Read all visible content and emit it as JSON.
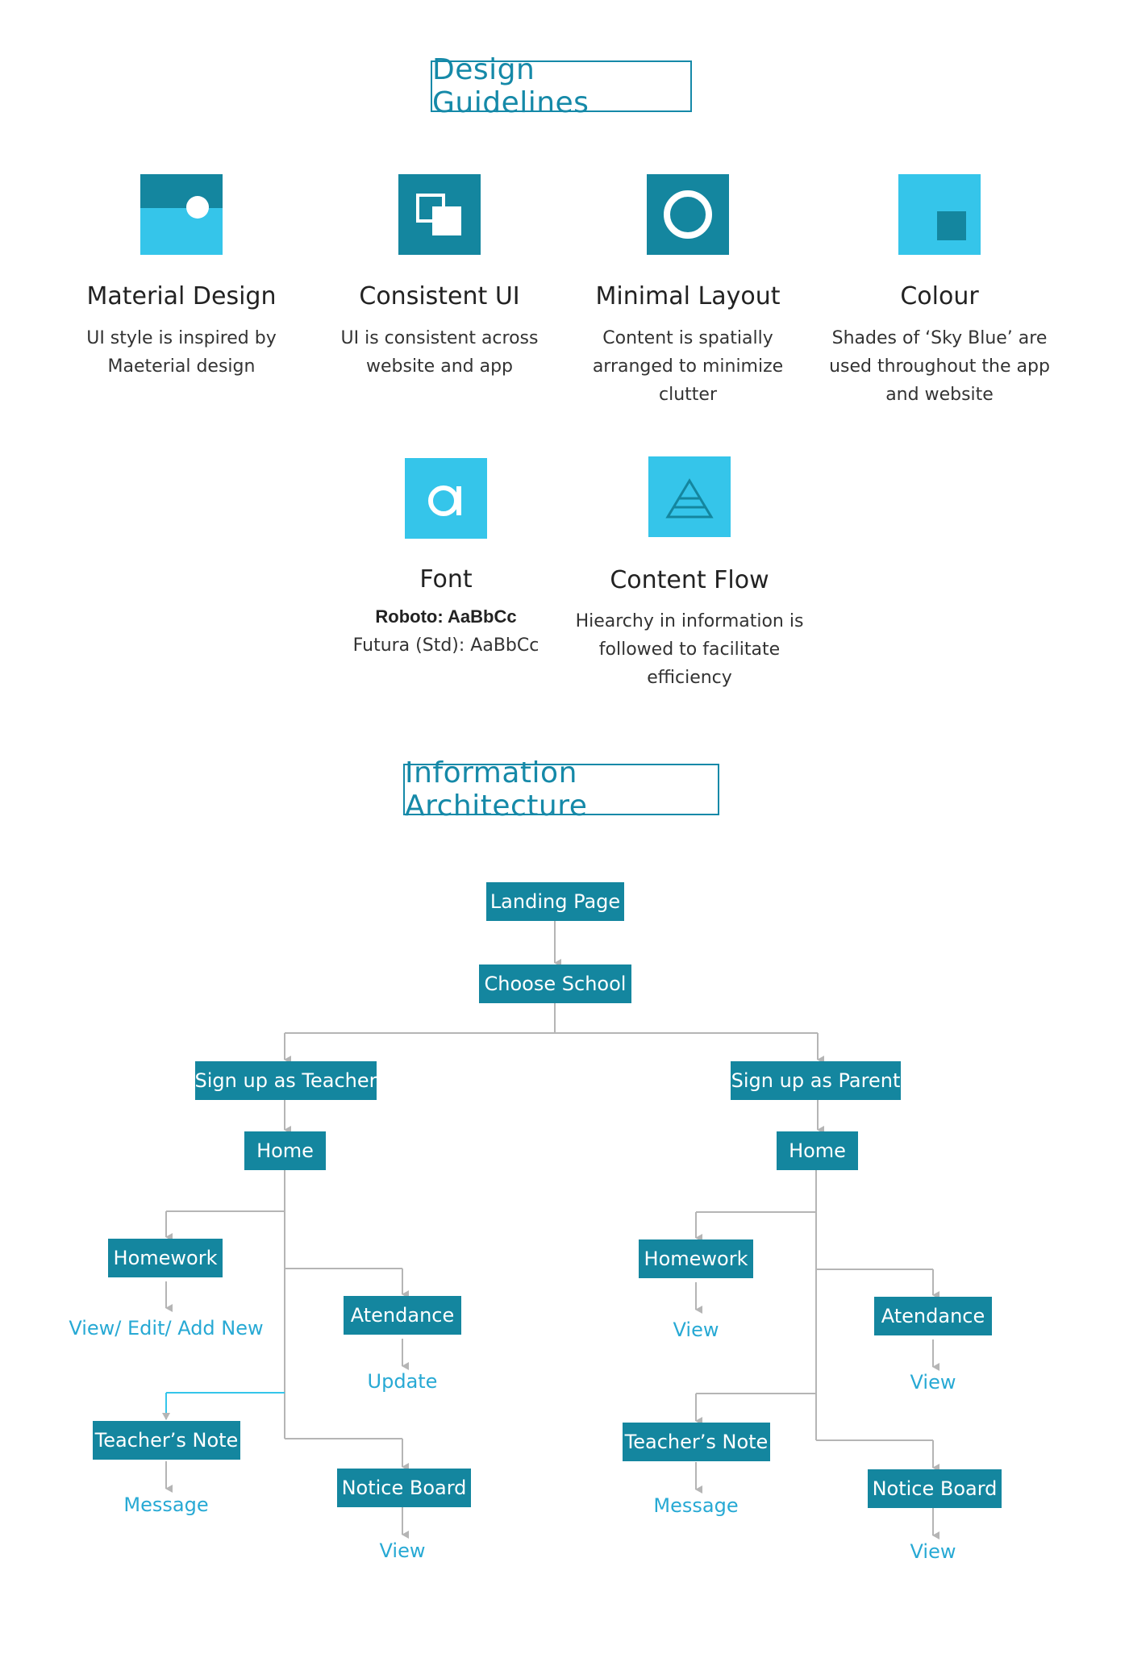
{
  "design_guidelines": {
    "heading": "Design Guidelines",
    "items": [
      {
        "icon": "image-icon",
        "title": "Material Design",
        "lines": [
          "UI style is inspired by",
          "Maeterial design"
        ]
      },
      {
        "icon": "layers-icon",
        "title": "Consistent UI",
        "lines": [
          "UI is consistent across",
          "website and app"
        ]
      },
      {
        "icon": "circle-icon",
        "title": "Minimal Layout",
        "lines": [
          "Content is spatially",
          "arranged to minimize",
          "clutter"
        ]
      },
      {
        "icon": "square-icon",
        "title": "Colour",
        "lines": [
          "Shades of ‘Sky Blue’ are",
          "used throughout the app",
          "and website"
        ]
      },
      {
        "icon": "letter-a-icon",
        "title": "Font",
        "bold_line": "Roboto: AaBbCc",
        "lines": [
          "Futura (Std): AaBbCc"
        ]
      },
      {
        "icon": "pyramid-icon",
        "title": "Content Flow",
        "lines": [
          "Hiearchy in information is",
          "followed to facilitate",
          "efficiency"
        ]
      }
    ]
  },
  "information_architecture": {
    "heading": "Information Architecture",
    "nodes": {
      "landing": "Landing Page",
      "choose_school": "Choose School",
      "teacher_signup": "Sign up as Teacher",
      "teacher_home": "Home",
      "teacher_homework": "Homework",
      "teacher_homework_leaf": "View/ Edit/ Add New",
      "teacher_attendance": "Atendance",
      "teacher_attendance_leaf": "Update",
      "teacher_note": "Teacher’s Note",
      "teacher_note_leaf": "Message",
      "teacher_notice": "Notice Board",
      "teacher_notice_leaf": "View",
      "parent_signup": "Sign up as Parent",
      "parent_home": "Home",
      "parent_homework": "Homework",
      "parent_homework_leaf": "View",
      "parent_attendance": "Atendance",
      "parent_attendance_leaf": "View",
      "parent_note": "Teacher’s Note",
      "parent_note_leaf": "Message",
      "parent_notice": "Notice Board",
      "parent_notice_leaf": "View"
    }
  },
  "colors": {
    "dark_teal": "#14869f",
    "sky_blue": "#35c5ea",
    "leaf_text": "#27a9d4",
    "connector": "#b5b5b5"
  }
}
